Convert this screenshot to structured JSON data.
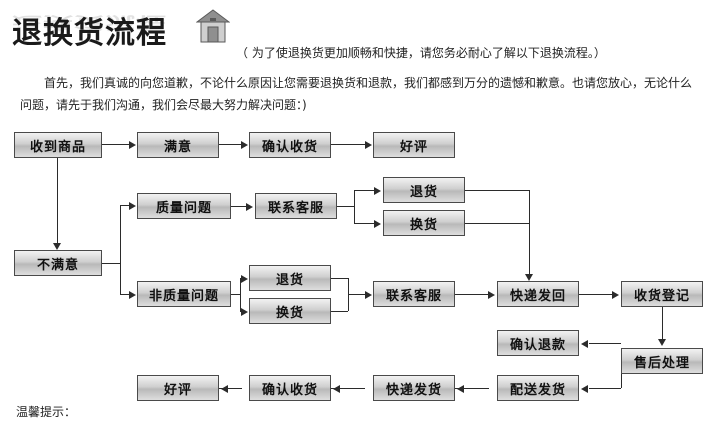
{
  "header": {
    "title": "退换货流程",
    "icon": "house-icon",
    "note": "（ 为了使退换货更加顺畅和快捷，请您务必耐心了解以下退换流程。）",
    "paragraph": "首先，我们真诚的向您道歉，不论什么原因让您需要退换货和退款，我们都感到万分的遗憾和歉意。也请您放心，无论什么问题，请先于我们沟通，我们会尽最大努力解决问题：)"
  },
  "flow": {
    "nodes": [
      {
        "id": "n1",
        "label": "收到商品"
      },
      {
        "id": "n2",
        "label": "满意"
      },
      {
        "id": "n3",
        "label": "确认收货"
      },
      {
        "id": "n4",
        "label": "好评"
      },
      {
        "id": "n5",
        "label": "质量问题"
      },
      {
        "id": "n6",
        "label": "联系客服"
      },
      {
        "id": "n7",
        "label": "退货"
      },
      {
        "id": "n8",
        "label": "换货"
      },
      {
        "id": "n9",
        "label": "不满意"
      },
      {
        "id": "n10",
        "label": "非质量问题"
      },
      {
        "id": "n11",
        "label": "退货"
      },
      {
        "id": "n12",
        "label": "换货"
      },
      {
        "id": "n13",
        "label": "联系客服"
      },
      {
        "id": "n14",
        "label": "快递发回"
      },
      {
        "id": "n15",
        "label": "收货登记"
      },
      {
        "id": "n16",
        "label": "确认退款"
      },
      {
        "id": "n17",
        "label": "售后处理"
      },
      {
        "id": "n18",
        "label": "配送发货"
      },
      {
        "id": "n19",
        "label": "快递发货"
      },
      {
        "id": "n20",
        "label": "确认收货"
      },
      {
        "id": "n21",
        "label": "好评"
      }
    ]
  },
  "footer": {
    "tip": "温馨提示："
  },
  "colors": {
    "text": "#111111",
    "line": "#2b2b2b",
    "box_border": "#4a4a4a",
    "box_top": "#f2f2f2",
    "box_mid": "#b9b9b9",
    "title": "#1a1a1a"
  }
}
